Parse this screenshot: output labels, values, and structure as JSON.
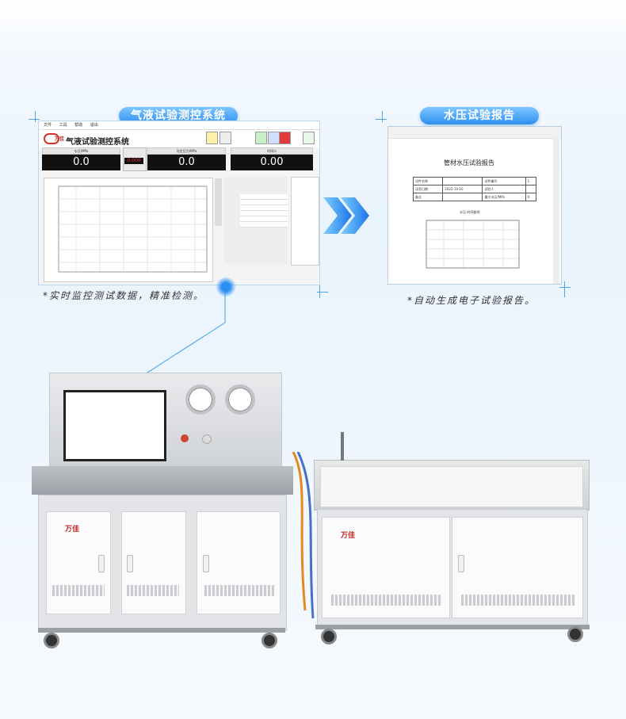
{
  "labels": {
    "software_title": "气液试验测控系统",
    "report_title": "水压试验报告",
    "software_caption": "*实时监控测试数据，精准检测。",
    "report_caption": "*自动生成电子试验报告。"
  },
  "software": {
    "menu": [
      "文件",
      "工具",
      "帮助",
      "退出"
    ],
    "app_title": "气液试验测控系统",
    "brand": "万佳",
    "readouts": [
      {
        "label": "水压/MPa",
        "value": "0.0"
      },
      {
        "label": "设定压力/MPa",
        "value": "0.0"
      },
      {
        "label": "时间/s",
        "value": "0.00"
      }
    ],
    "mini_readout": "0.000"
  },
  "report": {
    "doc_title": "管材水压试验报告",
    "rows": [
      [
        "试件名称",
        "",
        "试件编号",
        "1"
      ],
      [
        "试验日期",
        "2022-10-10",
        "试验人",
        ""
      ],
      [
        "备注",
        "",
        "最大水压/MPa",
        "0"
      ]
    ],
    "chart_title": "水压-时间曲线"
  },
  "machine": {
    "brand": "万佳"
  },
  "colors": {
    "accent": "#2d8ff0",
    "readout_bg": "#111111"
  }
}
